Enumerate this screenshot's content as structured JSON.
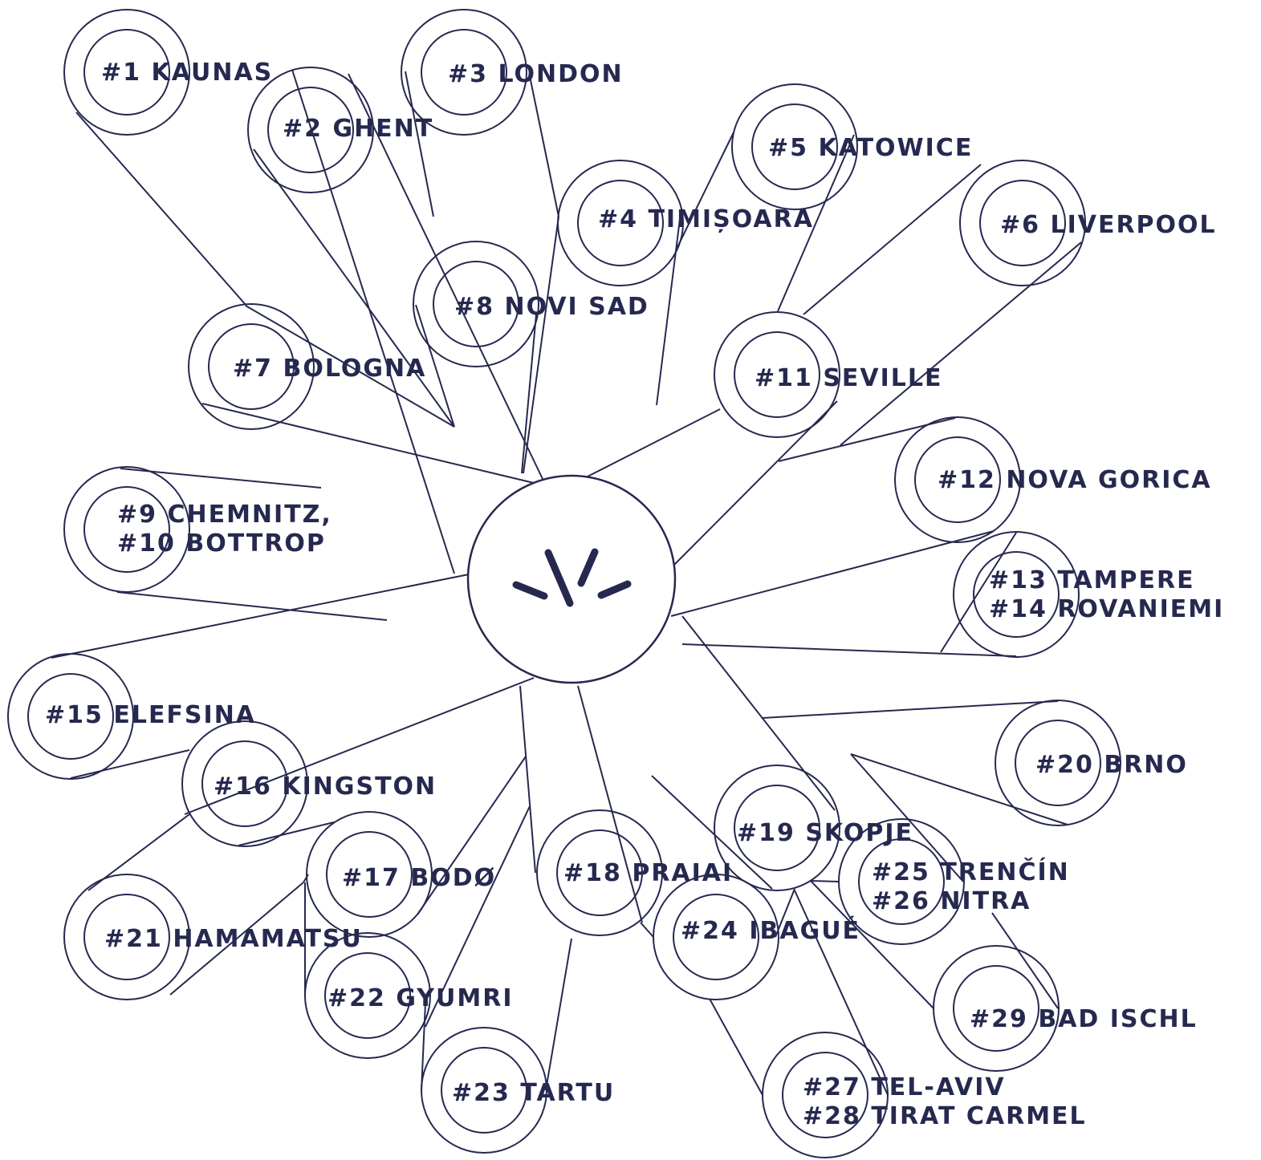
{
  "colors": {
    "stroke": "#26294f",
    "label": "#26294f",
    "background": "#ffffff"
  },
  "center": {
    "icon": "burst-logo-icon"
  },
  "petals": [
    {
      "id": "p1",
      "lines": [
        "#1 KAUNAS"
      ]
    },
    {
      "id": "p2",
      "lines": [
        "#2 GHENT"
      ]
    },
    {
      "id": "p3",
      "lines": [
        "#3 LONDON"
      ]
    },
    {
      "id": "p4",
      "lines": [
        "#4 TIMIȘOARA"
      ]
    },
    {
      "id": "p5",
      "lines": [
        "#5 KATOWICE"
      ]
    },
    {
      "id": "p6",
      "lines": [
        "#6 LIVERPOOL"
      ]
    },
    {
      "id": "p7",
      "lines": [
        "#7 BOLOGNA"
      ]
    },
    {
      "id": "p8",
      "lines": [
        "#8 NOVI SAD"
      ]
    },
    {
      "id": "p9",
      "lines": [
        "#9 CHEMNITZ,",
        "#10 BOTTROP"
      ]
    },
    {
      "id": "p11",
      "lines": [
        "#11 SEVILLE"
      ]
    },
    {
      "id": "p12",
      "lines": [
        "#12 NOVA GORICA"
      ]
    },
    {
      "id": "p13",
      "lines": [
        "#13 TAMPERE",
        "#14 ROVANIEMI"
      ]
    },
    {
      "id": "p15",
      "lines": [
        "#15 ELEFSINA"
      ]
    },
    {
      "id": "p16",
      "lines": [
        "#16 KINGSTON"
      ]
    },
    {
      "id": "p17",
      "lines": [
        "#17 BODØ"
      ]
    },
    {
      "id": "p18",
      "lines": [
        "#18 PRAIAI"
      ]
    },
    {
      "id": "p19",
      "lines": [
        "#19 SKOPJE"
      ]
    },
    {
      "id": "p20",
      "lines": [
        "#20 BRNO"
      ]
    },
    {
      "id": "p21",
      "lines": [
        "#21 HAMAMATSU"
      ]
    },
    {
      "id": "p22",
      "lines": [
        "#22 GYUMRI"
      ]
    },
    {
      "id": "p23",
      "lines": [
        "#23 TARTU"
      ]
    },
    {
      "id": "p24",
      "lines": [
        "#24 IBAGUÉ"
      ]
    },
    {
      "id": "p25",
      "lines": [
        "#25 TRENČÍN",
        "#26 NITRA"
      ]
    },
    {
      "id": "p27",
      "lines": [
        "#27 TEL-AVIV",
        "#28 TIRAT CARMEL"
      ]
    },
    {
      "id": "p29",
      "lines": [
        "#29 BAD ISCHL"
      ]
    }
  ]
}
